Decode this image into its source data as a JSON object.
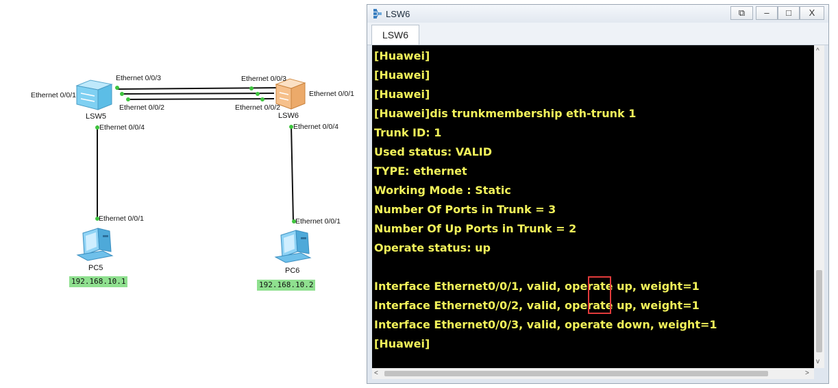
{
  "topology": {
    "devices": {
      "lsw5": {
        "name": "LSW5"
      },
      "lsw6": {
        "name": "LSW6"
      },
      "pc5": {
        "name": "PC5",
        "ip": "192.168.10.1"
      },
      "pc6": {
        "name": "PC6",
        "ip": "192.168.10.2"
      }
    },
    "port_labels": {
      "lsw5_e1": "Ethernet 0/0/1",
      "lsw5_e3": "Ethernet 0/0/3",
      "lsw5_e2": "Ethernet 0/0/2",
      "lsw5_e4": "Ethernet 0/0/4",
      "lsw6_e3": "Ethernet 0/0/3",
      "lsw6_e1": "Ethernet 0/0/1",
      "lsw6_e2": "Ethernet 0/0/2",
      "lsw6_e4": "Ethernet 0/0/4",
      "pc5_e1": "Ethernet 0/0/1",
      "pc6_e1": "Ethernet 0/0/1"
    }
  },
  "console": {
    "window_title": "LSW6",
    "tab_label": "LSW6",
    "controls": {
      "restore": "⧉",
      "minimize": "–",
      "maximize": "□",
      "close": "X"
    },
    "lines": [
      "[Huawei]",
      "[Huawei]",
      "[Huawei]",
      "[Huawei]dis trunkmembership eth-trunk 1",
      "Trunk ID: 1",
      "Used status: VALID",
      "TYPE: ethernet",
      "Working Mode : Static",
      "Number Of Ports in Trunk = 3",
      "Number Of Up Ports in Trunk = 2",
      "Operate status: up",
      "",
      "Interface Ethernet0/0/1, valid, operate up, weight=1",
      "Interface Ethernet0/0/2, valid, operate up, weight=1",
      "Interface Ethernet0/0/3, valid, operate down, weight=1",
      "[Huawei]"
    ],
    "scroll_left": "<",
    "scroll_right": ">",
    "scroll_up": "^",
    "scroll_down": "v"
  },
  "colors": {
    "terminal_text": "#f2f25a",
    "terminal_bg": "#000000",
    "highlight": "#e23b3b",
    "ip_badge": "#8fe08f"
  }
}
